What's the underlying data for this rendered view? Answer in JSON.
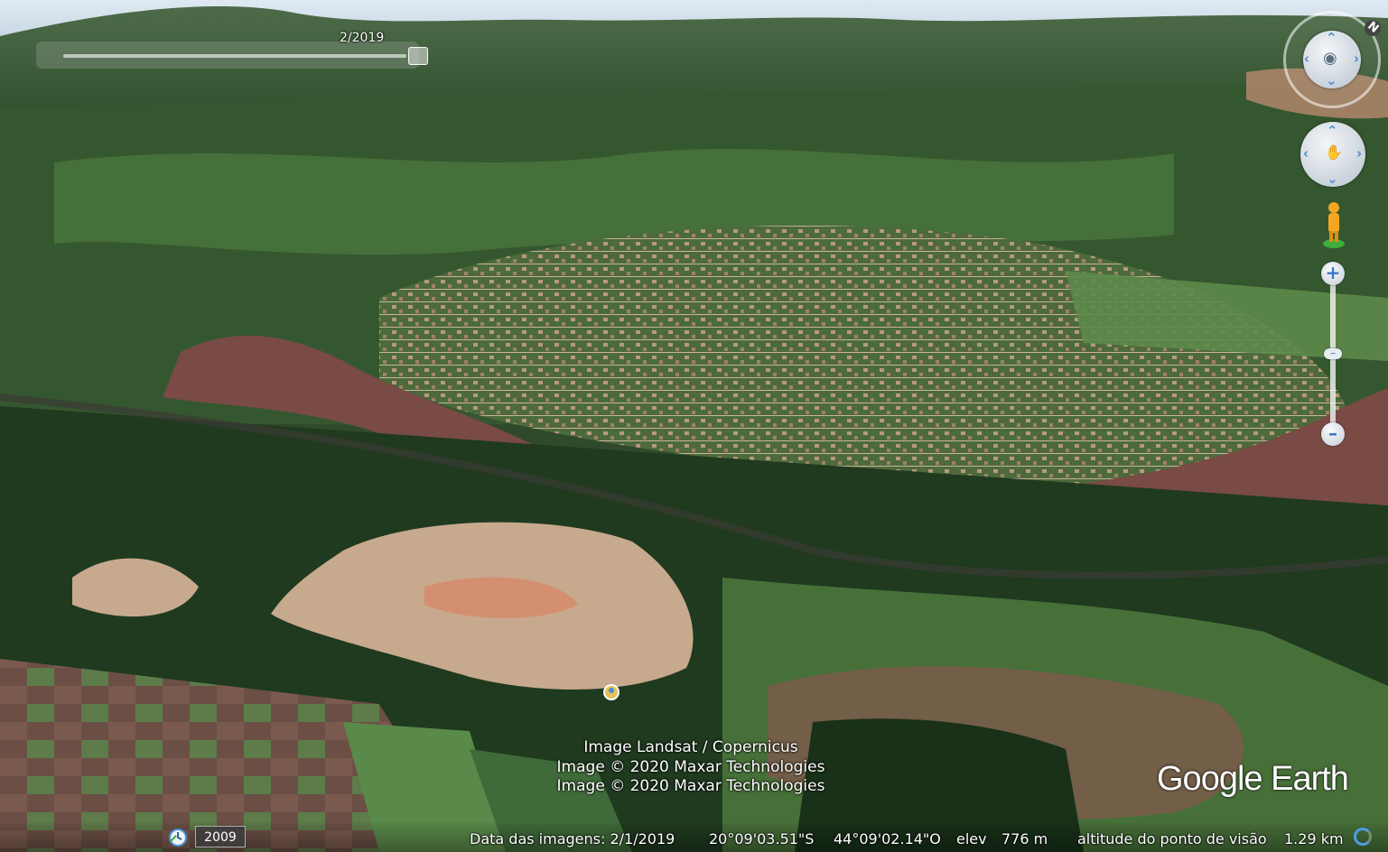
{
  "time_slider": {
    "date": "2/2019"
  },
  "navigation": {
    "north_label": "N"
  },
  "attribution": {
    "lines": [
      "Image Landsat / Copernicus",
      "Image © 2020 Maxar Technologies",
      "Image © 2020 Maxar Technologies"
    ]
  },
  "logo": "Google Earth",
  "status_bar": {
    "history_year": "2009",
    "imagery_date": "Data das imagens: 2/1/2019",
    "latitude": "20°09'03.51\"S",
    "longitude": "44°09'02.14\"O",
    "elevation_label": "elev",
    "elevation_value": "776 m",
    "eye_altitude_label": "altitude do ponto de visão",
    "eye_altitude_value": "1.29 km"
  },
  "icons": {
    "look": "eye-icon",
    "move": "hand-icon",
    "street_view": "pegman-icon",
    "zoom_in": "plus-icon",
    "zoom_out": "minus-icon",
    "history": "clock-icon"
  },
  "colors": {
    "mud": "#7a4a45",
    "forest": "#1f3a1f",
    "field": "#3d6b30",
    "control_blue": "#4a8fd8"
  }
}
